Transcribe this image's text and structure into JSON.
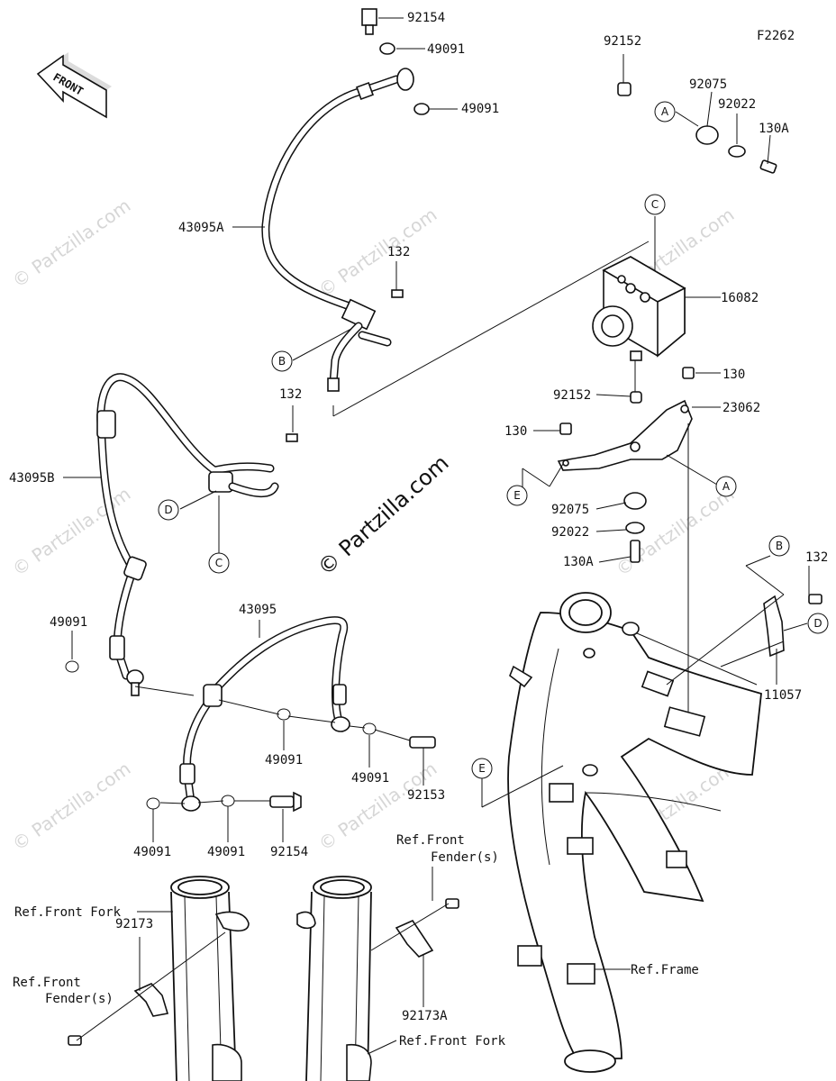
{
  "diagram_code": "F2262",
  "front_label": "FRONT",
  "watermark_center": "© Partzilla.com",
  "watermark_faint": "© Partzilla.com",
  "callouts": [
    "A",
    "B",
    "C",
    "D",
    "E"
  ],
  "labels": {
    "p92154_top": "92154",
    "p49091_a": "49091",
    "p49091_b": "49091",
    "p43095A": "43095A",
    "p132_a": "132",
    "p43095B": "43095B",
    "p132_b": "132",
    "p43095": "43095",
    "p49091_c": "49091",
    "p49091_d": "49091",
    "p49091_e": "49091",
    "p92153": "92153",
    "p49091_f": "49091",
    "p49091_g": "49091",
    "p92154_bot": "92154",
    "p92152_top": "92152",
    "p92075_top": "92075",
    "p92022_top": "92022",
    "p130A_top": "130A",
    "p16082": "16082",
    "p130_a": "130",
    "p92152_mid": "92152",
    "p23062": "23062",
    "p130_b": "130",
    "p92075_mid": "92075",
    "p92022_mid": "92022",
    "p130A_mid": "130A",
    "p132_c": "132",
    "p11057": "11057",
    "ref_front_fender_1_l1": "Ref.Front",
    "ref_front_fender_1_l2": "Fender(s)",
    "ref_front_fork_1": "Ref.Front Fork",
    "p92173": "92173",
    "ref_front_fender_2_l1": "Ref.Front",
    "ref_front_fender_2_l2": "Fender(s)",
    "p92173A": "92173A",
    "ref_front_fork_2": "Ref.Front Fork",
    "ref_frame": "Ref.Frame"
  }
}
